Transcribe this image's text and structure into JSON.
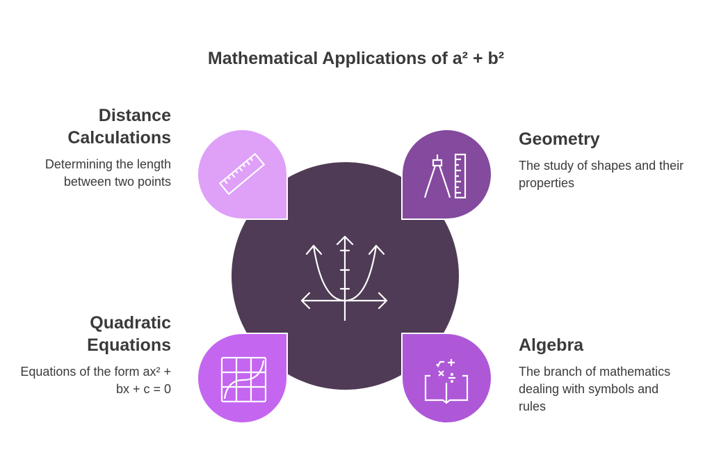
{
  "title": "Mathematical Applications of a² + b²",
  "colors": {
    "center": "#4f3b55",
    "distance": "#dfa0f8",
    "geometry": "#844a9e",
    "quadratic": "#c466f0",
    "algebra": "#ae58d8"
  },
  "items": [
    {
      "title": "Distance Calculations",
      "desc": "Determining the length between two points",
      "icon": "ruler-icon"
    },
    {
      "title": "Geometry",
      "desc": "The study of shapes and their properties",
      "icon": "compass-ruler-icon"
    },
    {
      "title": "Quadratic Equations",
      "desc": "Equations of the form ax² + bx + c = 0",
      "icon": "graph-grid-icon"
    },
    {
      "title": "Algebra",
      "desc": "The branch of mathematics dealing with symbols and rules",
      "icon": "math-book-icon"
    }
  ],
  "center_icon": "parabola-graph-icon"
}
